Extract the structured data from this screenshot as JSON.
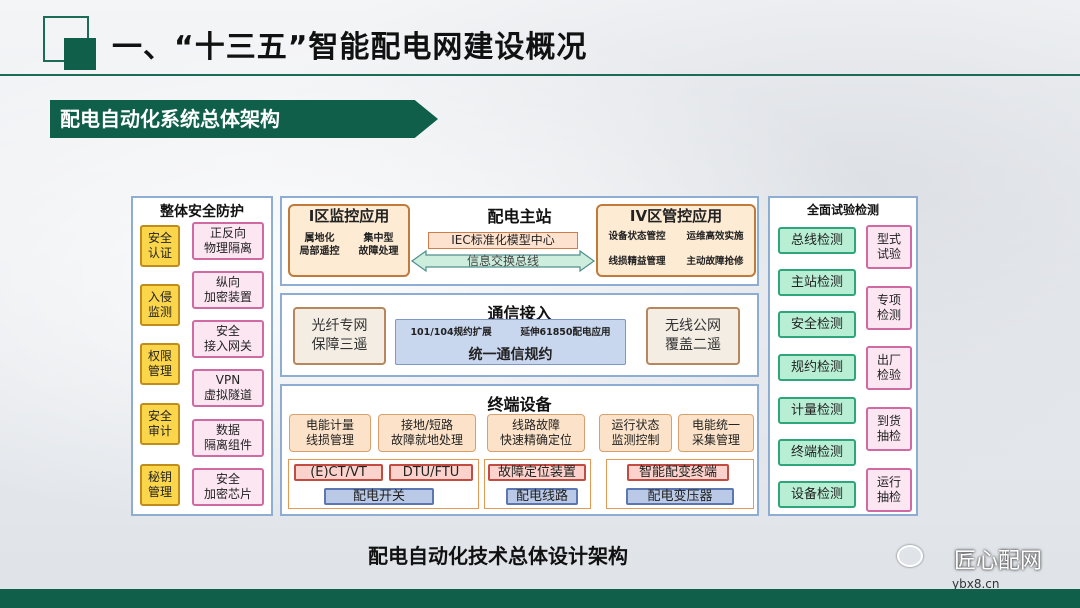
{
  "header": {
    "title": "一、“十三五”智能配电网建设概况",
    "section": "配电自动化系统总体架构"
  },
  "left_panel": {
    "title": "整体安全防护",
    "categories": [
      "安全\n认证",
      "入侵\n监测",
      "权限\n管理",
      "安全\n审计",
      "秘钥\n管理"
    ],
    "measures": [
      "正反向\n物理隔离",
      "纵向\n加密装置",
      "安全\n接入网关",
      "VPN\n虚拟隧道",
      "数据\n隔离组件",
      "安全\n加密芯片"
    ]
  },
  "master_station": {
    "title": "配电主站",
    "left": {
      "title": "I区监控应用",
      "items": [
        "属地化\n局部遥控",
        "集中型\n故障处理"
      ]
    },
    "right": {
      "title": "IV区管控应用",
      "items": [
        "设备状态管控",
        "运维高效实施",
        "线损精益管理",
        "主动故障抢修"
      ]
    },
    "center_model": "IEC标准化模型中心",
    "center_bus": "信息交换总线"
  },
  "comm": {
    "title": "通信接入",
    "left": "光纤专网\n保障三遥",
    "right": "无线公网\n覆盖二遥",
    "ext_left": "101/104规约扩展",
    "ext_right": "延伸61850配电应用",
    "unified": "统一通信规约"
  },
  "terminal": {
    "title": "终端设备",
    "functions": [
      "电能计量\n线损管理",
      "接地/短路\n故障就地处理",
      "线路故障\n快速精确定位",
      "运行状态\n监测控制",
      "电能统一\n采集管理"
    ],
    "devices": [
      "(E)CT/VT",
      "DTU/FTU",
      "故障定位装置",
      "智能配变终端"
    ],
    "groups": [
      "配电开关",
      "配电线路",
      "配电变压器"
    ]
  },
  "right_panel": {
    "title": "全面试验检测",
    "tests": [
      "总线检测",
      "主站检测",
      "安全检测",
      "规约检测",
      "计量检测",
      "终端检测",
      "设备检测"
    ],
    "stages": [
      "型式\n试验",
      "专项\n检测",
      "出厂\n检验",
      "到货\n抽检",
      "运行\n抽检"
    ]
  },
  "caption": "配电自动化技术总体设计架构",
  "brand": "匠心配网",
  "watermark": "ybx8.cn",
  "colors": {
    "brand_green": "#0f5f4a",
    "panel_border": "#8dadd2",
    "yellow": "#fbd54a",
    "pink": "#fbe6f2",
    "green": "#b8eed4"
  }
}
